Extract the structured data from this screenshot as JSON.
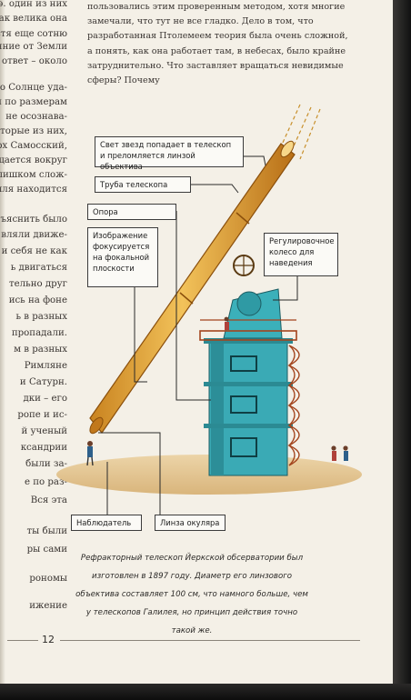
{
  "left_column": [
    "в. э. один из них",
    "как велика она",
    "Спустя еще сотню",
    "стояние от Земли",
    "лый ответ – около",
    "что Солнце уда-",
    "и по размерам",
    "не осознава-",
    "которые из них,",
    "рх Самосский,",
    "щается вокруг",
    "лишком слож-",
    "ыля находится",
    "ъяснить было",
    "вляли движе-",
    "и себя не как",
    "ь двигаться",
    "тельно друг",
    "ись на фоне",
    "ь в разных",
    "пропадали.",
    "м в разных",
    "Римляне",
    "и Сатурн.",
    "дки – его",
    "ропе и ис-",
    "й ученый",
    "ксандрии",
    "были за-",
    "е по раз-",
    "Вся эта",
    "ты были",
    "ры сами",
    "рономы",
    "ижение"
  ],
  "top_paragraph": "пользовались этим проверенным методом, хотя многие замечали, что тут не все гладко. Дело в том, что разработанная Птолемеем теория была очень сложной, а понять, как она работает там, в небесах, было крайне затруднительно. Что заставляет вращаться невидимые сферы? Почему",
  "callouts": {
    "starlight": "Свет звезд попадает в телескоп и преломляется линзой объектива",
    "tube": "Труба телескопа",
    "support": "Опора",
    "focal": "Изображение фокусируется на фокальной плоскости",
    "wheel": "Регулировочное колесо для наведения",
    "observer": "Наблюдатель",
    "eyepiece": "Линза окуляра"
  },
  "caption": "Рефракторный телескоп Йеркской обсерватории был изготовлен в 1897 году. Диаметр его линзового объектива составляет 100 см, что намного больше, чем у телескопов Галилея, но принцип действия точно такой же.",
  "page_number": "12",
  "colors": {
    "paper": "#f4f0e7",
    "tower": "#35a9b4",
    "tube": "#e7a93a",
    "ground": "#e3c596"
  }
}
